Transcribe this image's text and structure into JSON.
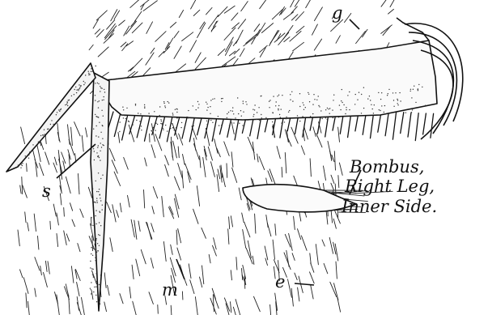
{
  "figure": {
    "labels": {
      "g": "g",
      "s": "s",
      "m": "m",
      "e": "e"
    },
    "caption": {
      "line1": "Bombus,",
      "line2": "Right Leg,",
      "line3": "Inner Side."
    }
  }
}
